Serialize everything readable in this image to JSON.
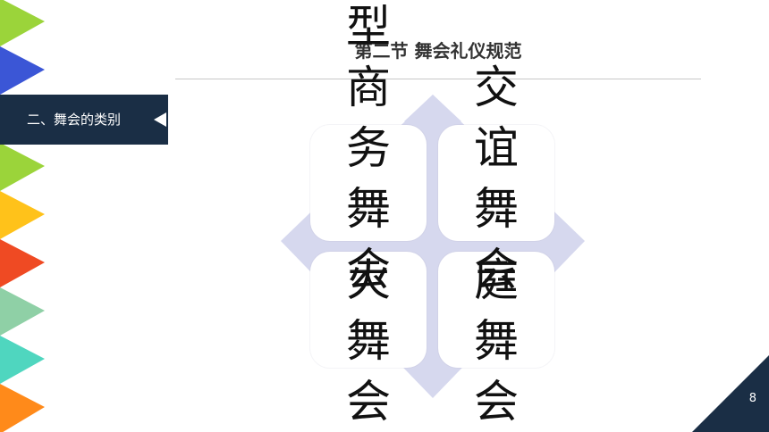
{
  "slide": {
    "title": "第二节   舞会礼仪规范",
    "section_label": "二、舞会的类别",
    "page_number": "8"
  },
  "colors": {
    "section_bar": "#1a2e45",
    "diamond": "#d6d8ee",
    "corner_triangle": "#1a2e45",
    "triangles": [
      "#9bd43a",
      "#3b56d6",
      "#9bd43a",
      "#ffc21a",
      "#ef4a23",
      "#8fd0a6",
      "#4fd6bf",
      "#ff8a1a"
    ]
  },
  "cards": [
    {
      "name": "business",
      "text": "型商务舞会"
    },
    {
      "name": "social",
      "text": "交谊舞会"
    },
    {
      "name": "bonfire",
      "text": "火舞会"
    },
    {
      "name": "family",
      "text": "庭舞会"
    }
  ],
  "icons": {
    "section_arrow": "triangle-left-icon",
    "strip": "triangle-right-icon",
    "corner": "corner-triangle-icon"
  }
}
